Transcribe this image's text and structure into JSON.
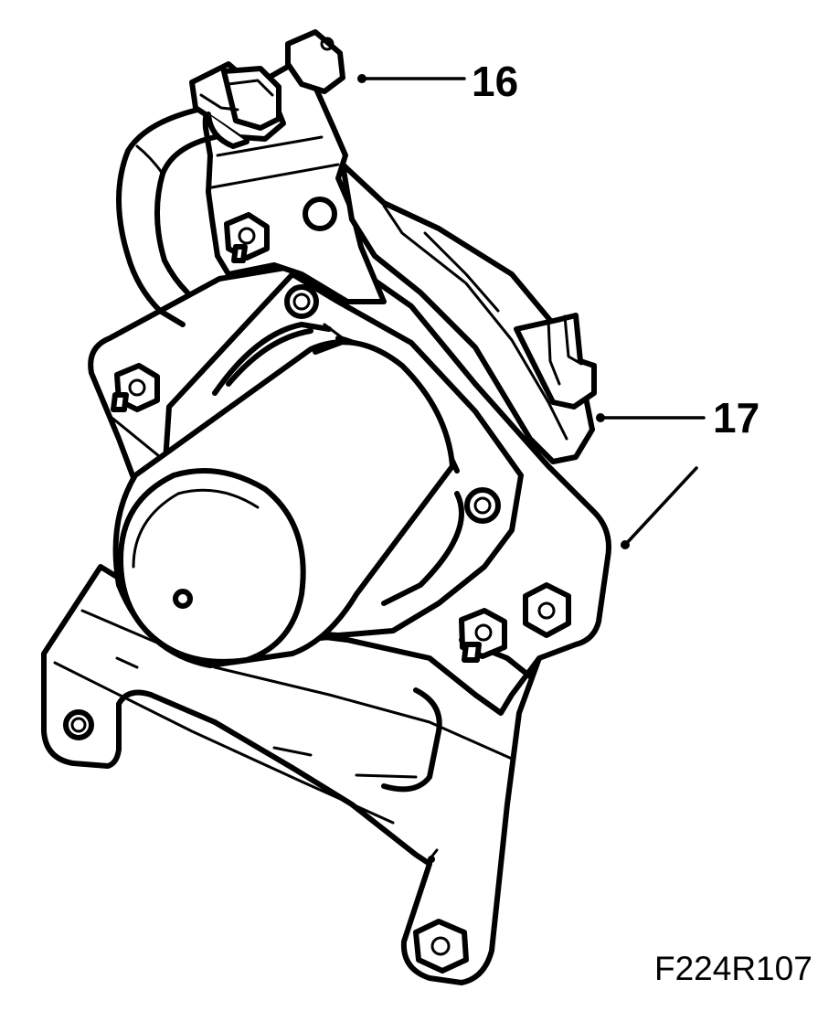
{
  "callouts": [
    {
      "label": "16"
    },
    {
      "label": "17"
    }
  ],
  "figure_code": "F224R107"
}
